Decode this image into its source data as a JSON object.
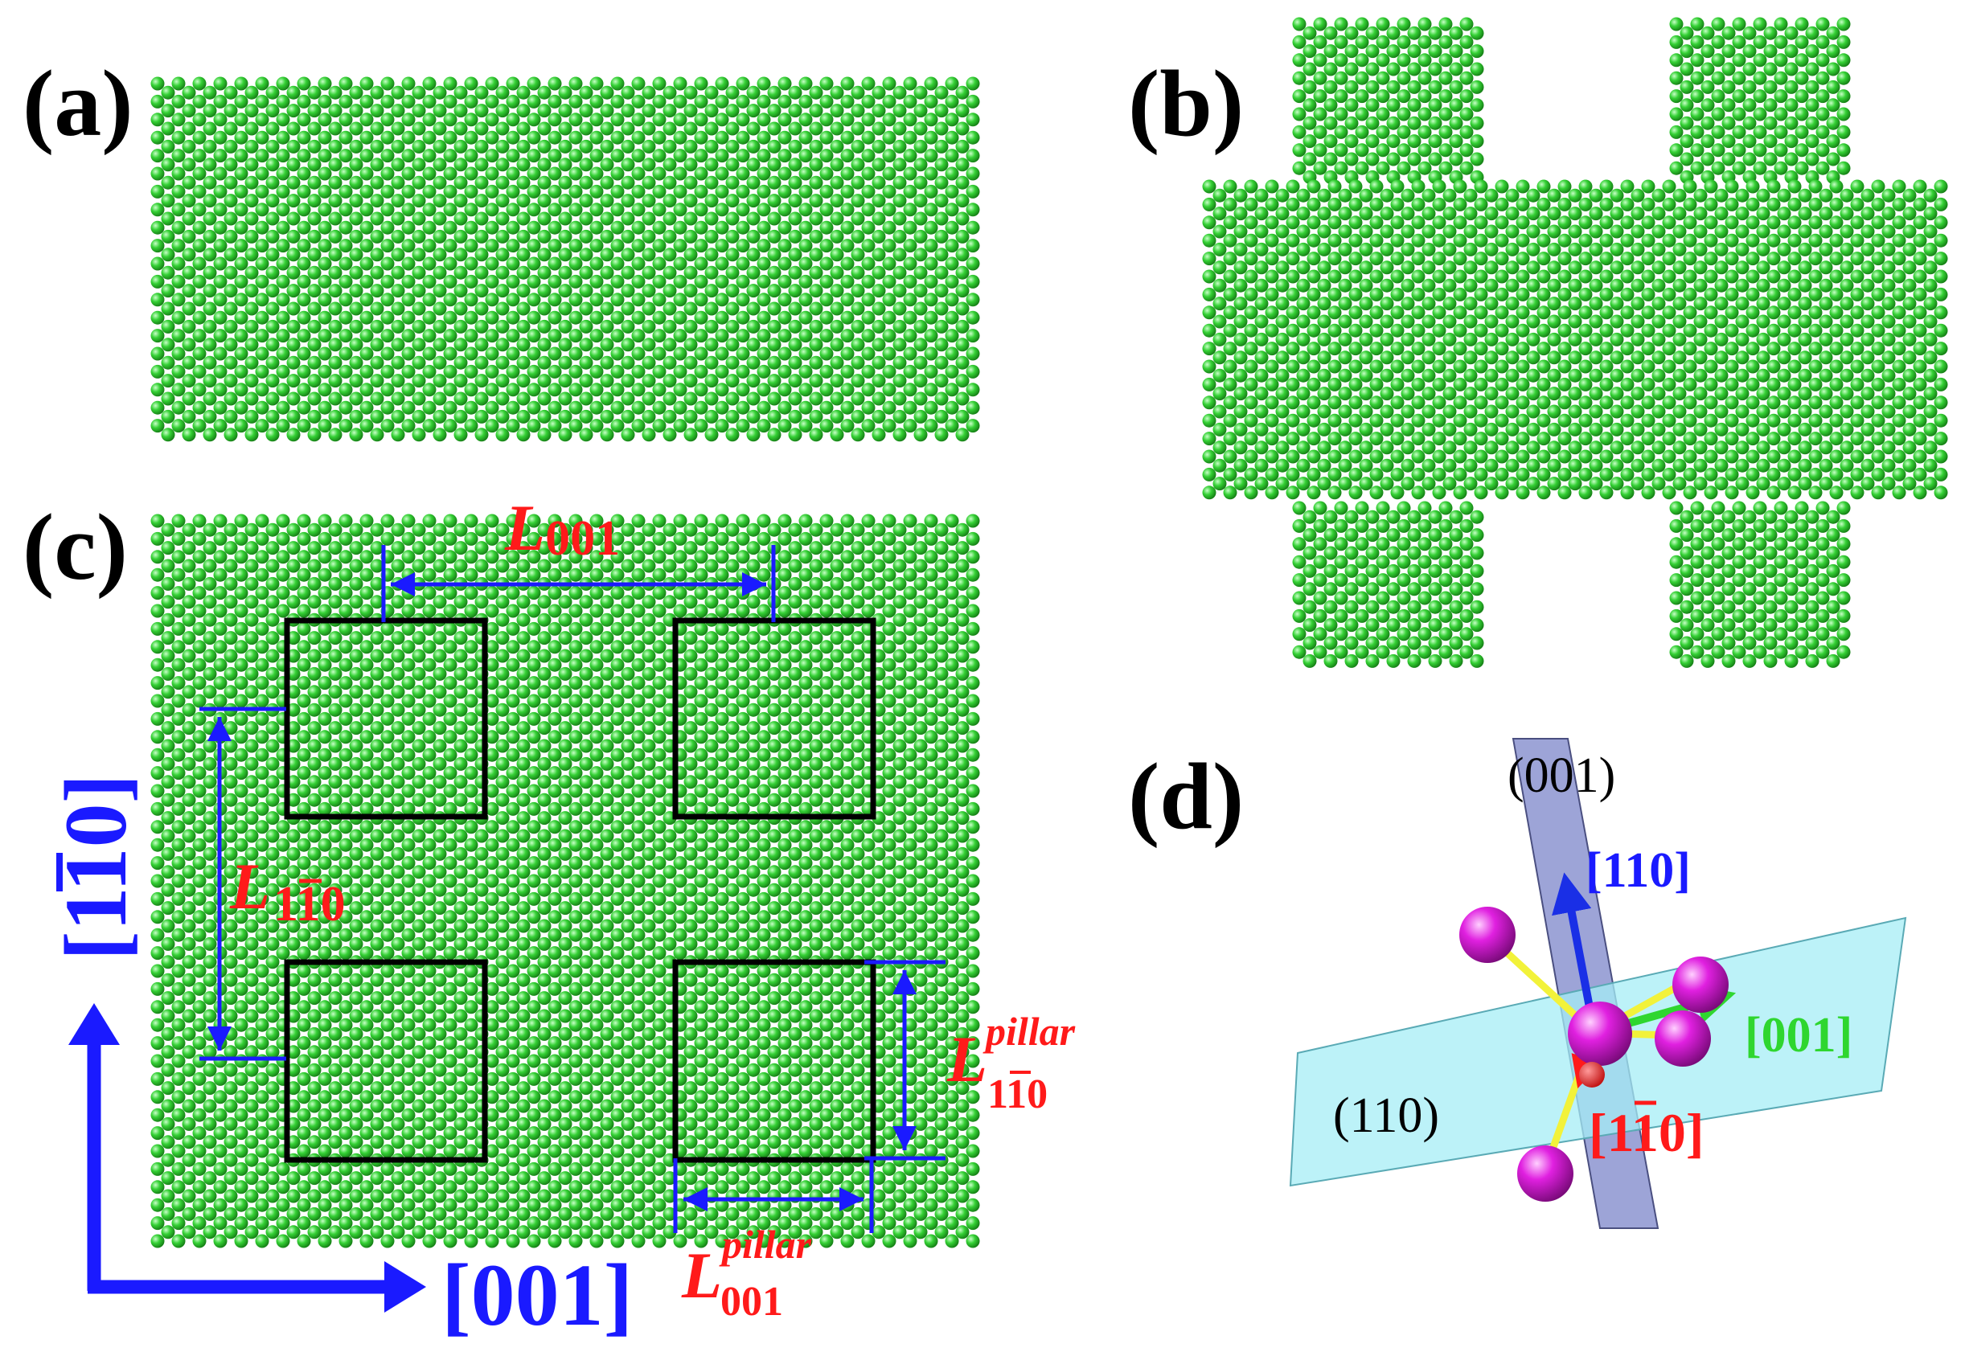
{
  "panels": {
    "a": {
      "label": "(a)"
    },
    "b": {
      "label": "(b)"
    },
    "c": {
      "label": "(c)",
      "dim_l001": {
        "main": "L",
        "sub": "001"
      },
      "dim_l1bar10": {
        "main": "L",
        "sub_a": "1",
        "sub_b": "1",
        "sub_c": "0"
      },
      "dim_pillar_1bar10": {
        "main": "L",
        "sup": "pillar",
        "sub_a": "1",
        "sub_b": "1",
        "sub_c": "0"
      },
      "dim_pillar_001": {
        "main": "L",
        "sup": "pillar",
        "sub": "001"
      },
      "axis_x": "[001]",
      "axis_y": {
        "open": "[",
        "a": "1",
        "b": "1",
        "c": "0",
        "close": "]"
      }
    },
    "d": {
      "label": "(d)",
      "plane_001": "(001)",
      "plane_110": "(110)",
      "dir_110": "[110]",
      "dir_001": "[001]",
      "dir_1bar10": {
        "open": "[",
        "a": "1",
        "b": "1",
        "c": "0",
        "close": "]"
      }
    }
  },
  "colors": {
    "atom": "#35d135",
    "atom_highlight": "#b8ffb8",
    "box": "#000000",
    "dimension": "#1a1aff",
    "length_label": "#ff1a1a",
    "axis": "#1a1aff",
    "plane_110": "#a6eef5",
    "plane_001": "#7c86c9",
    "magenta_atom": "#e020e0",
    "bond": "#f2f23a",
    "arrow_110": "#1a2fe6",
    "arrow_001": "#2fd62f",
    "arrow_1bar10": "#ff1a1a"
  }
}
